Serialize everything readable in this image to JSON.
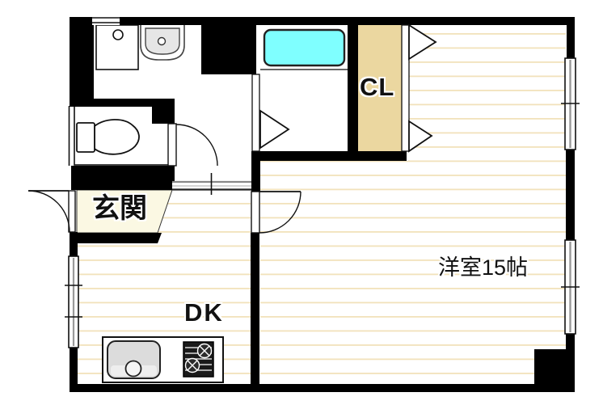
{
  "floorplan": {
    "labels": {
      "genkan": "玄関",
      "dk": "DK",
      "closet": "CL",
      "western_room": "洋室15帖"
    },
    "fixtures": [
      "washing-machine-pan",
      "washbasin",
      "bathtub",
      "toilet",
      "kitchen-sink",
      "gas-stove"
    ]
  },
  "colors": {
    "wall": "#000000",
    "bathtub": "#7FFFFF",
    "closet": "#EBD7A0",
    "genkan": "#FBF8E3",
    "floor_line": "#F2E2BB",
    "sink_gray": "#DCDCDC",
    "stove_dark": "#1A1A1A"
  }
}
